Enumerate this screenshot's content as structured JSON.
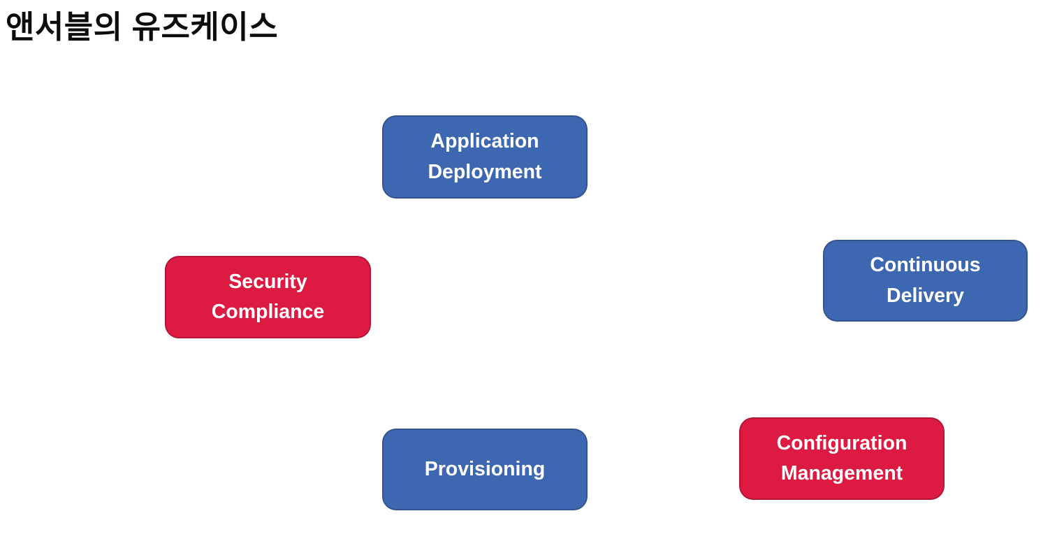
{
  "page": {
    "title": "앤서블의 유즈케이스",
    "background_color": "#ffffff",
    "title_color": "#0d0d0d"
  },
  "colors": {
    "blue": "#3e67b1",
    "red": "#dc1a42",
    "box_text": "#ffffff"
  },
  "boxes": [
    {
      "id": "application-deployment",
      "label": "Application Deployment",
      "color": "#3e67b1"
    },
    {
      "id": "security-compliance",
      "label": "Security Compliance",
      "color": "#dc1a42"
    },
    {
      "id": "continuous-delivery",
      "label": "Continuous Delivery",
      "color": "#3e67b1"
    },
    {
      "id": "provisioning",
      "label": "Provisioning",
      "color": "#3e67b1"
    },
    {
      "id": "configuration-management",
      "label": "Configuration Management",
      "color": "#dc1a42"
    }
  ]
}
